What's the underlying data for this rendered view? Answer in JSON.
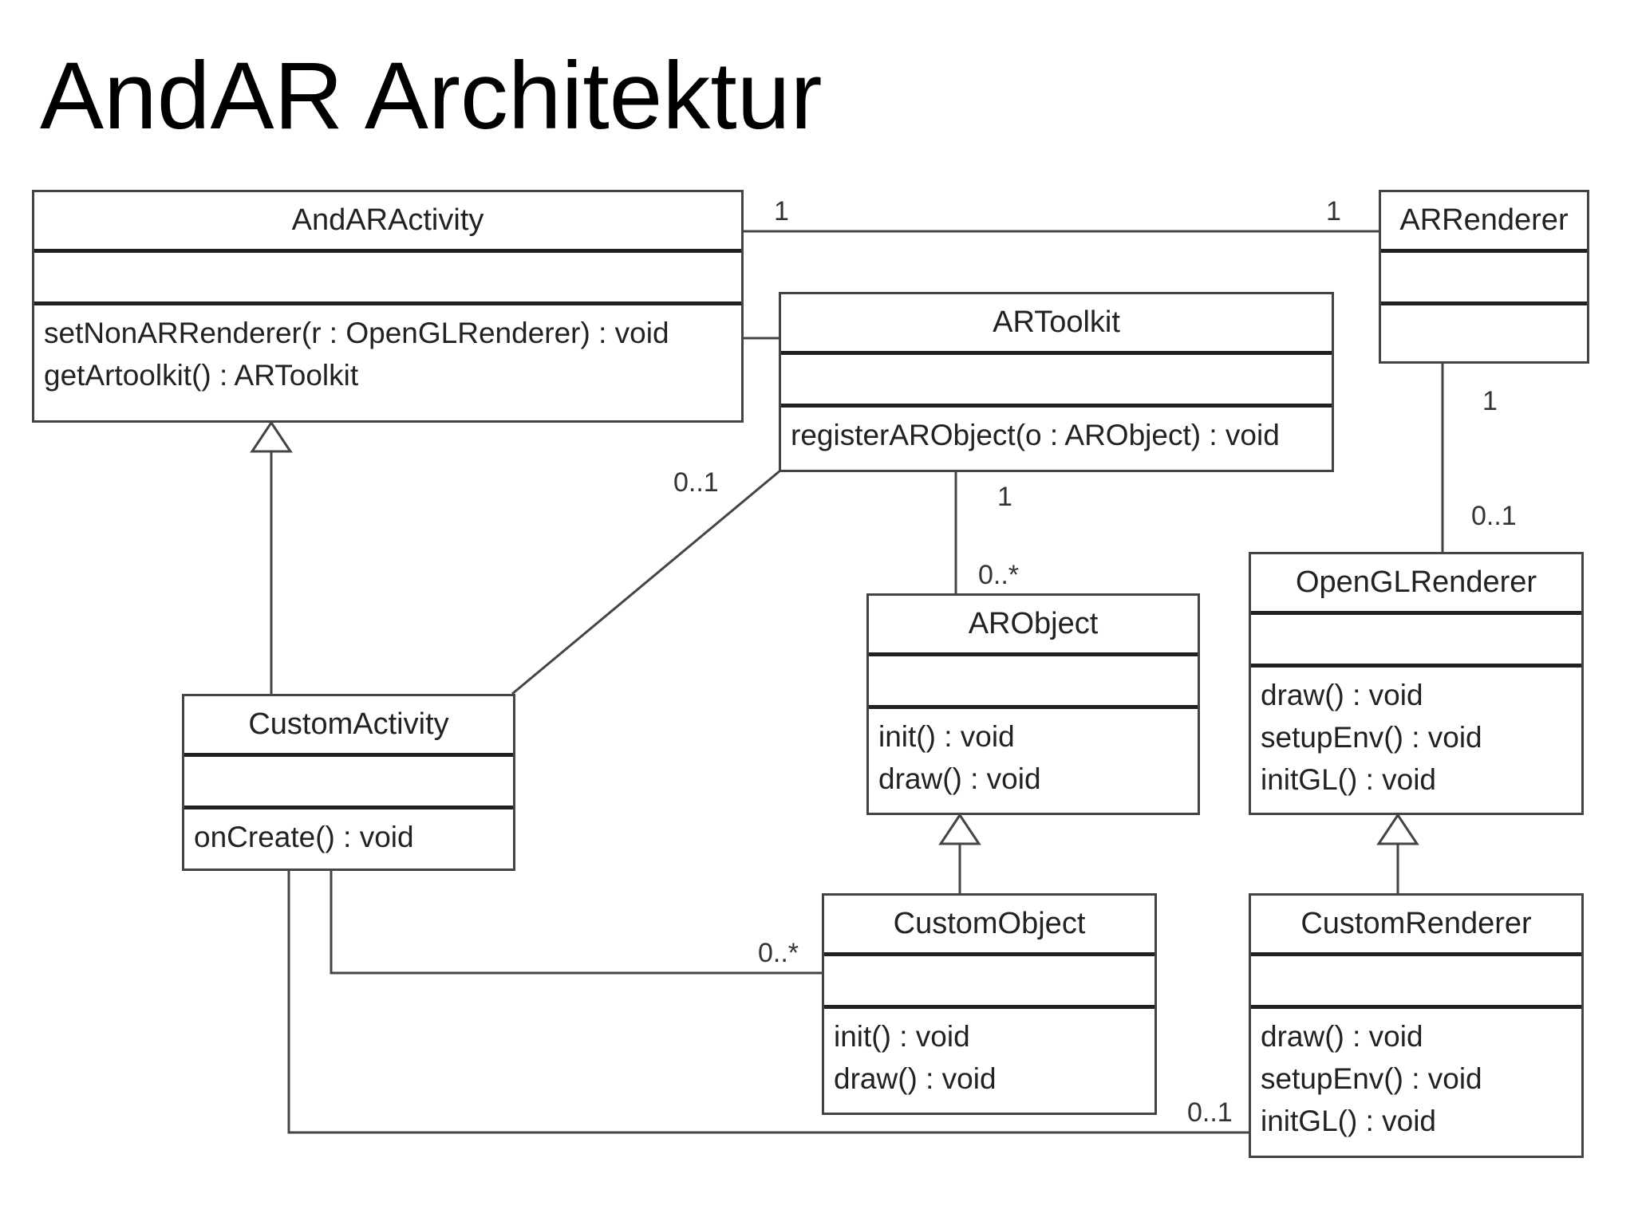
{
  "title": "AndAR Architektur",
  "classes": {
    "andar_activity": {
      "name": "AndARActivity",
      "ops": [
        "setNonARRenderer(r : OpenGLRenderer) : void",
        "getArtoolkit() : ARToolkit"
      ]
    },
    "artoolkit": {
      "name": "ARToolkit",
      "ops": [
        "registerARObject(o : ARObject) : void"
      ]
    },
    "arrenderer": {
      "name": "ARRenderer",
      "ops": []
    },
    "arobject": {
      "name": "ARObject",
      "ops": [
        "init() : void",
        "draw() : void"
      ]
    },
    "opengl_renderer": {
      "name": "OpenGLRenderer",
      "ops": [
        "draw() : void",
        "setupEnv() : void",
        "initGL() : void"
      ]
    },
    "custom_activity": {
      "name": "CustomActivity",
      "ops": [
        "onCreate() : void"
      ]
    },
    "custom_object": {
      "name": "CustomObject",
      "ops": [
        "init() : void",
        "draw() : void"
      ]
    },
    "custom_renderer": {
      "name": "CustomRenderer",
      "ops": [
        "draw() : void",
        "setupEnv() : void",
        "initGL() : void"
      ]
    }
  },
  "multiplicities": {
    "activity_renderer_a": "1",
    "activity_renderer_b": "1",
    "toolkit_custom_activity": "0..1",
    "toolkit_arobject_a": "1",
    "toolkit_arobject_b": "0..*",
    "renderer_opengl_a": "1",
    "renderer_opengl_b": "0..1",
    "custom_activity_object": "0..*",
    "custom_activity_renderer": "0..1"
  }
}
